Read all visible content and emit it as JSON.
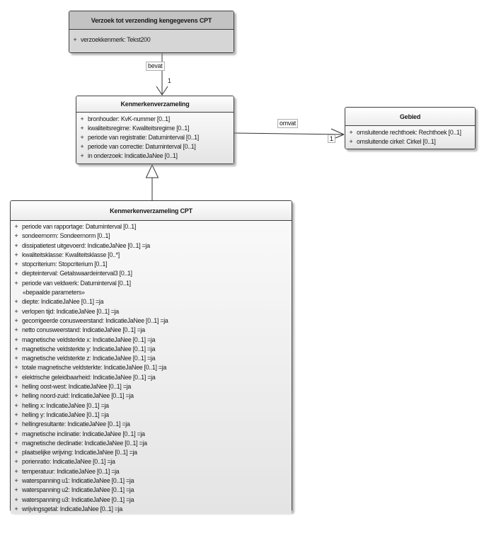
{
  "diagram": {
    "type": "uml-class-diagram",
    "background": "#ffffff"
  },
  "colors": {
    "box_border": "#3f3f3f",
    "request_header": "#c3c3c3",
    "request_body": "#d6d6d6",
    "light_box_top": "#ffffff",
    "light_box_bottom": "#e4e4e4",
    "edge_stroke": "#333333"
  },
  "classes": {
    "request": {
      "title": "Verzoek tot verzending kengegevens CPT",
      "attributes": [
        {
          "vis": "+",
          "text": "verzoekkenmerk: Tekst200"
        }
      ]
    },
    "kenmerkenverzameling": {
      "title": "Kenmerkenverzameling",
      "attributes": [
        {
          "vis": "+",
          "text": "bronhouder: KvK-nummer [0..1]"
        },
        {
          "vis": "+",
          "text": "kwaliteitsregime: Kwaliteitsregime [0..1]"
        },
        {
          "vis": "+",
          "text": "periode van registratie: Datuminterval [0..1]"
        },
        {
          "vis": "+",
          "text": "periode van correctie: Datuminterval [0..1]"
        },
        {
          "vis": "+",
          "text": "in onderzoek: IndicatieJaNee [0..1]"
        }
      ]
    },
    "gebied": {
      "title": "Gebied",
      "attributes": [
        {
          "vis": "+",
          "text": "omsluitende rechthoek: Rechthoek [0..1]"
        },
        {
          "vis": "+",
          "text": "omsluitende cirkel: Cirkel [0..1]"
        }
      ]
    },
    "cpt": {
      "title": "Kenmerkenverzameling CPT",
      "attributes_general": [
        {
          "vis": "+",
          "text": "periode van rapportage: Datuminterval [0..1]"
        },
        {
          "vis": "+",
          "text": "sondeernorm: Sondeernorm [0..1]"
        },
        {
          "vis": "+",
          "text": "dissipatietest uitgevoerd: IndicatieJaNee [0..1] =ja"
        },
        {
          "vis": "+",
          "text": "kwaliteitsklasse: Kwaliteitsklasse [0..*]"
        },
        {
          "vis": "+",
          "text": "stopcriterium: Stopcriterium [0..1]"
        },
        {
          "vis": "+",
          "text": "diepteinterval: Getalswaardeinterval3 [0..1]"
        },
        {
          "vis": "+",
          "text": "periode van veldwerk: Datuminterval [0..1]"
        }
      ],
      "stereotype": "«bepaalde parameters»",
      "attributes_parameters": [
        {
          "vis": "+",
          "text": "diepte: IndicatieJaNee [0..1] =ja"
        },
        {
          "vis": "+",
          "text": "verlopen tijd: IndicatieJaNee [0..1] =ja"
        },
        {
          "vis": "+",
          "text": "gecorrigeerde conusweerstand: IndicatieJaNee [0..1] =ja"
        },
        {
          "vis": "+",
          "text": "netto conusweerstand: IndicatieJaNee [0..1] =ja"
        },
        {
          "vis": "+",
          "text": "magnetische veldsterkte x: IndicatieJaNee [0..1] =ja"
        },
        {
          "vis": "+",
          "text": "magnetische veldsterkte y: IndicatieJaNee [0..1] =ja"
        },
        {
          "vis": "+",
          "text": "magnetische veldsterkte z: IndicatieJaNee [0..1] =ja"
        },
        {
          "vis": "+",
          "text": "totale magnetische veldsterkte: IndicatieJaNee [0..1] =ja"
        },
        {
          "vis": "+",
          "text": "elektrische geleidbaarheid: IndicatieJaNee [0..1] =ja"
        },
        {
          "vis": "+",
          "text": "helling oost-west: IndicatieJaNee [0..1] =ja"
        },
        {
          "vis": "+",
          "text": "helling noord-zuid: IndicatieJaNee [0..1] =ja"
        },
        {
          "vis": "+",
          "text": "helling x: IndicatieJaNee [0..1] =ja"
        },
        {
          "vis": "+",
          "text": "helling y: IndicatieJaNee [0..1] =ja"
        },
        {
          "vis": "+",
          "text": "hellingresultante: IndicatieJaNee [0..1] =ja"
        },
        {
          "vis": "+",
          "text": "magnetische inclinatie: IndicatieJaNee [0..1] =ja"
        },
        {
          "vis": "+",
          "text": "magnetische declinatie: IndicatieJaNee [0..1] =ja"
        },
        {
          "vis": "+",
          "text": "plaatselijke wrijving: IndicatieJaNee [0..1] =ja"
        },
        {
          "vis": "+",
          "text": "porienratio: IndicatieJaNee [0..1] =ja"
        },
        {
          "vis": "+",
          "text": "temperatuur: IndicatieJaNee [0..1] =ja"
        },
        {
          "vis": "+",
          "text": "waterspanning u1: IndicatieJaNee [0..1] =ja"
        },
        {
          "vis": "+",
          "text": "waterspanning u2: IndicatieJaNee [0..1] =ja"
        },
        {
          "vis": "+",
          "text": "waterspanning u3: IndicatieJaNee [0..1] =ja"
        },
        {
          "vis": "+",
          "text": "wrijvingsgetal: IndicatieJaNee [0..1] =ja"
        }
      ]
    }
  },
  "relations": {
    "bevat": {
      "label": "bevat",
      "target_multiplicity": "1"
    },
    "omvat": {
      "label": "omvat",
      "target_multiplicity": "1"
    }
  }
}
